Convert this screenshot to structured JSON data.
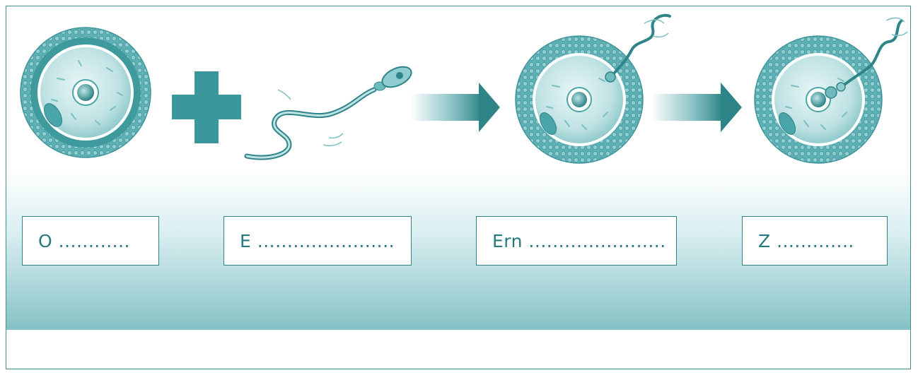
{
  "labels": {
    "oocyte": "O ............",
    "sperm": "E .......................",
    "fertilization": "Ern .......................",
    "zygote": "Z ............."
  },
  "colors": {
    "teal_dark": "#2f8488",
    "teal_mid": "#4aa5a9",
    "teal_light": "#bfe3e5",
    "border": "#3d8f92"
  },
  "icons": {
    "oocyte": "oocyte-icon",
    "plus": "plus-icon",
    "sperm": "sperm-icon",
    "arrow": "arrow-right-icon",
    "fertilized_egg": "fertilized-egg-icon",
    "zygote": "zygote-icon"
  }
}
